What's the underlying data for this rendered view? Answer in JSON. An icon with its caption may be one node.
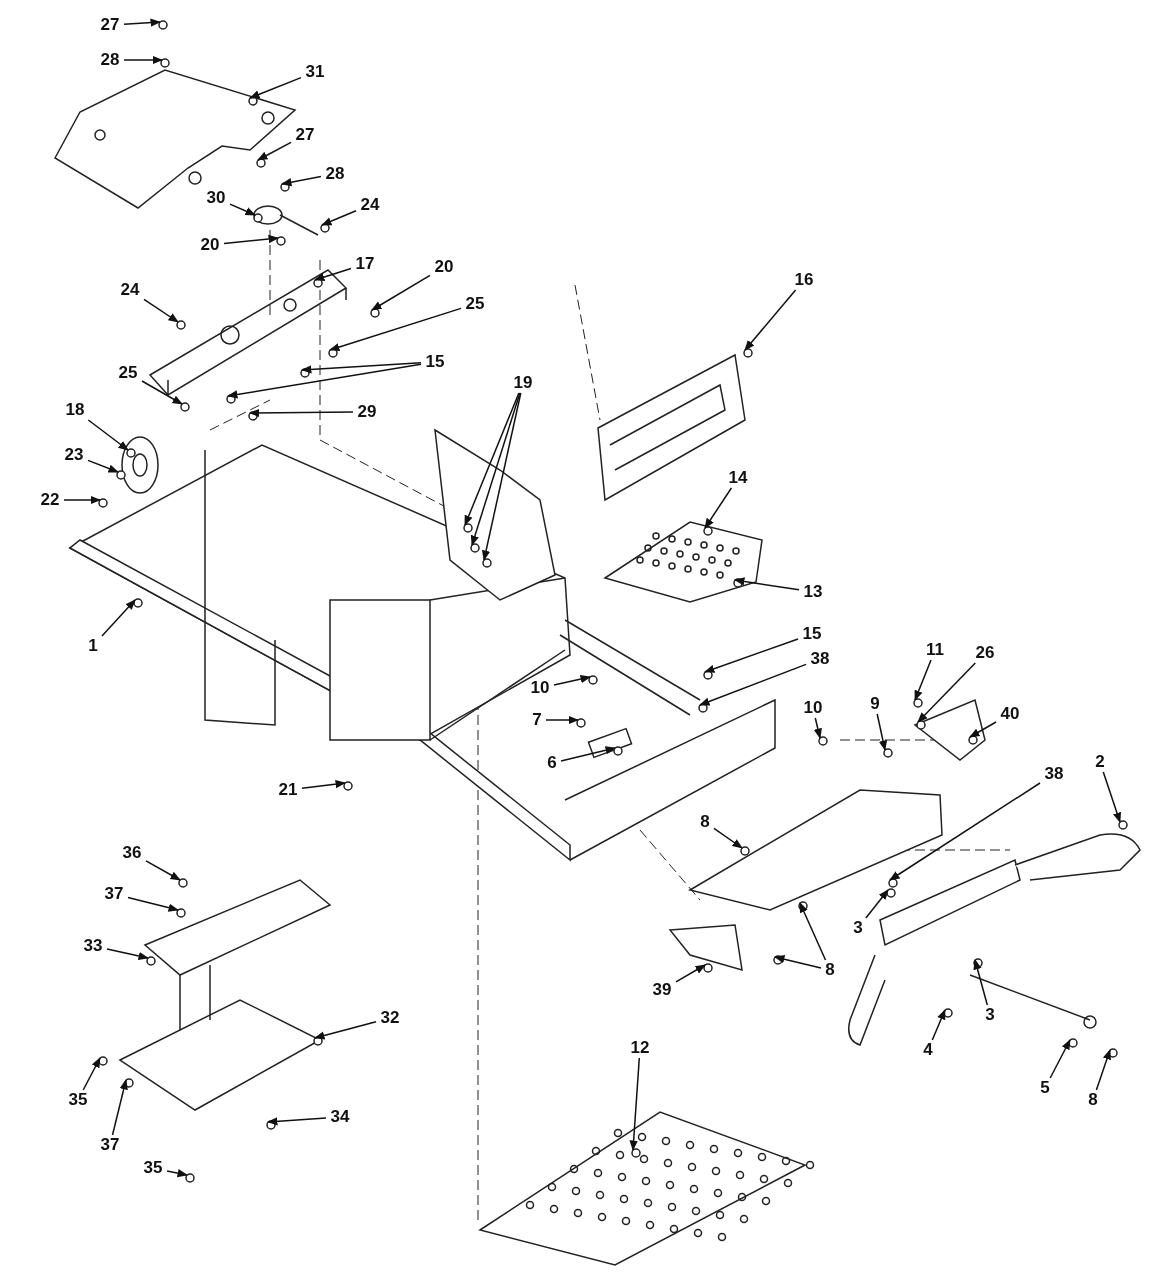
{
  "diagram": {
    "nodes": [
      {
        "text": [
          "27"
        ]
      },
      {
        "text": [
          "28"
        ]
      },
      {
        "text": [
          "31"
        ]
      },
      {
        "text": [
          "27"
        ]
      },
      {
        "text": [
          "28"
        ]
      },
      {
        "text": [
          "30"
        ]
      },
      {
        "text": [
          "24"
        ]
      },
      {
        "text": [
          "20"
        ]
      },
      {
        "text": [
          "17"
        ]
      },
      {
        "text": [
          "20"
        ]
      },
      {
        "text": [
          "16"
        ]
      },
      {
        "text": [
          "24"
        ]
      },
      {
        "text": [
          "25"
        ]
      },
      {
        "text": [
          "15"
        ]
      },
      {
        "text": [
          "25"
        ]
      },
      {
        "text": [
          "19"
        ]
      },
      {
        "text": [
          "18"
        ]
      },
      {
        "text": [
          "29"
        ]
      },
      {
        "text": [
          "23"
        ]
      },
      {
        "text": [
          "14"
        ]
      },
      {
        "text": [
          "22"
        ]
      },
      {
        "text": [
          "13"
        ]
      },
      {
        "text": [
          "15"
        ]
      },
      {
        "text": [
          "1"
        ]
      },
      {
        "text": [
          "11"
        ]
      },
      {
        "text": [
          "26"
        ]
      },
      {
        "text": [
          "38"
        ]
      },
      {
        "text": [
          "10"
        ]
      },
      {
        "text": [
          "9"
        ]
      },
      {
        "text": [
          "10"
        ]
      },
      {
        "text": [
          "40"
        ]
      },
      {
        "text": [
          "7"
        ]
      },
      {
        "text": [
          "2"
        ]
      },
      {
        "text": [
          "6"
        ]
      },
      {
        "text": [
          "38"
        ]
      },
      {
        "text": [
          "21"
        ]
      },
      {
        "text": [
          "8"
        ]
      },
      {
        "text": [
          "36"
        ]
      },
      {
        "text": [
          "37"
        ]
      },
      {
        "text": [
          "3"
        ]
      },
      {
        "text": [
          "33"
        ]
      },
      {
        "text": [
          "8"
        ]
      },
      {
        "text": [
          "39"
        ]
      },
      {
        "text": [
          "3"
        ]
      },
      {
        "text": [
          "32"
        ]
      },
      {
        "text": [
          "12"
        ]
      },
      {
        "text": [
          "4"
        ]
      },
      {
        "text": [
          "5"
        ]
      },
      {
        "text": [
          "35"
        ]
      },
      {
        "text": [
          "8"
        ]
      },
      {
        "text": [
          "34"
        ]
      },
      {
        "text": [
          "37"
        ]
      },
      {
        "text": [
          "35"
        ]
      }
    ],
    "edges": [
      {
        "from": 0,
        "to": null,
        "arrow": "to"
      },
      {
        "from": 1,
        "to": null,
        "arrow": "to"
      },
      {
        "from": 2,
        "to": null,
        "arrow": "to"
      },
      {
        "from": 3,
        "to": null,
        "arrow": "to"
      },
      {
        "from": 4,
        "to": null,
        "arrow": "to"
      },
      {
        "from": 5,
        "to": null,
        "arrow": "to"
      },
      {
        "from": 6,
        "to": null,
        "arrow": "to"
      },
      {
        "from": 7,
        "to": null,
        "arrow": "to"
      },
      {
        "from": 8,
        "to": null,
        "arrow": "to"
      },
      {
        "from": 9,
        "to": null,
        "arrow": "to"
      },
      {
        "from": 10,
        "to": null,
        "arrow": "to"
      },
      {
        "from": 11,
        "to": null,
        "arrow": "to"
      },
      {
        "from": 12,
        "to": null,
        "arrow": "to"
      },
      {
        "from": 13,
        "to": null,
        "arrow": "to"
      },
      {
        "from": 13,
        "to": null,
        "arrow": "to"
      },
      {
        "from": 14,
        "to": null,
        "arrow": "to"
      },
      {
        "from": 15,
        "to": null,
        "arrow": "to"
      },
      {
        "from": 15,
        "to": null,
        "arrow": "to"
      },
      {
        "from": 15,
        "to": null,
        "arrow": "to"
      },
      {
        "from": 16,
        "to": null,
        "arrow": "to"
      },
      {
        "from": 17,
        "to": null,
        "arrow": "to"
      },
      {
        "from": 18,
        "to": null,
        "arrow": "to"
      },
      {
        "from": 19,
        "to": null,
        "arrow": "to"
      },
      {
        "from": 20,
        "to": null,
        "arrow": "to"
      },
      {
        "from": 21,
        "to": null,
        "arrow": "to"
      },
      {
        "from": 22,
        "to": null,
        "arrow": "to"
      },
      {
        "from": 23,
        "to": null,
        "arrow": "to"
      },
      {
        "from": 24,
        "to": null,
        "arrow": "to"
      },
      {
        "from": 25,
        "to": null,
        "arrow": "to"
      },
      {
        "from": 26,
        "to": null,
        "arrow": "to"
      },
      {
        "from": 27,
        "to": null,
        "arrow": "to"
      },
      {
        "from": 28,
        "to": null,
        "arrow": "to"
      },
      {
        "from": 29,
        "to": null,
        "arrow": "to"
      },
      {
        "from": 30,
        "to": null,
        "arrow": "to"
      },
      {
        "from": 31,
        "to": null,
        "arrow": "to"
      },
      {
        "from": 32,
        "to": null,
        "arrow": "to"
      },
      {
        "from": 33,
        "to": null,
        "arrow": "to"
      },
      {
        "from": 34,
        "to": null,
        "arrow": "to"
      },
      {
        "from": 35,
        "to": null,
        "arrow": "to"
      },
      {
        "from": 36,
        "to": null,
        "arrow": "to"
      },
      {
        "from": 37,
        "to": null,
        "arrow": "to"
      },
      {
        "from": 38,
        "to": null,
        "arrow": "to"
      },
      {
        "from": 39,
        "to": null,
        "arrow": "to"
      },
      {
        "from": 40,
        "to": null,
        "arrow": "to"
      },
      {
        "from": 41,
        "to": null,
        "arrow": "to"
      },
      {
        "from": 41,
        "to": null,
        "arrow": "to"
      },
      {
        "from": 42,
        "to": null,
        "arrow": "to"
      },
      {
        "from": 43,
        "to": null,
        "arrow": "to"
      },
      {
        "from": 44,
        "to": null,
        "arrow": "to"
      },
      {
        "from": 45,
        "to": null,
        "arrow": "to"
      },
      {
        "from": 46,
        "to": null,
        "arrow": "to"
      },
      {
        "from": 47,
        "to": null,
        "arrow": "to"
      },
      {
        "from": 48,
        "to": null,
        "arrow": "to"
      },
      {
        "from": 49,
        "to": null,
        "arrow": "to"
      },
      {
        "from": 50,
        "to": null,
        "arrow": "to"
      },
      {
        "from": 51,
        "to": null,
        "arrow": "to"
      },
      {
        "from": 52,
        "to": null,
        "arrow": "to"
      }
    ]
  }
}
